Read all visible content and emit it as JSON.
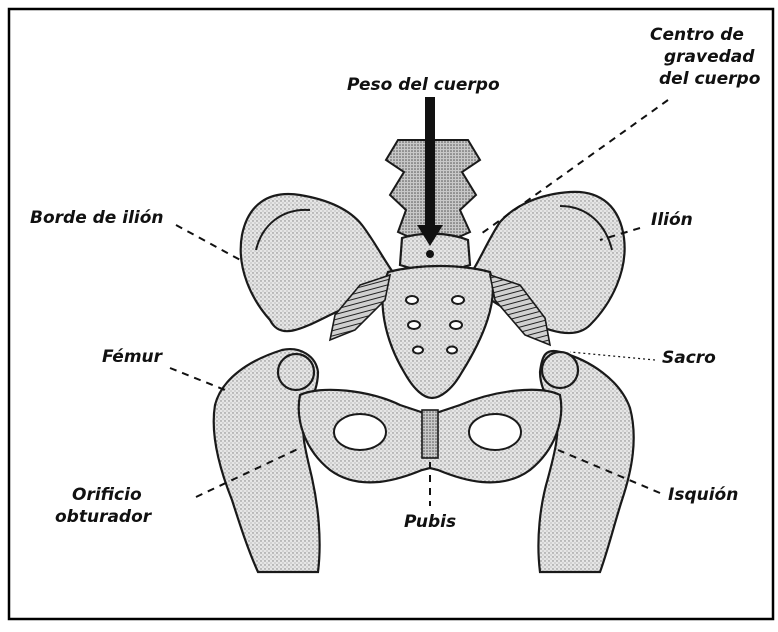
{
  "labels": {
    "peso": "Peso del cuerpo",
    "centro": [
      "Centro de",
      "gravedad",
      "del cuerpo"
    ],
    "borde_ilion": "Borde de ilión",
    "ilion": "Ilión",
    "femur": "Fémur",
    "sacro": "Sacro",
    "orificio": [
      "Orificio",
      "obturador"
    ],
    "pubis": "Pubis",
    "isquion": "Isquión"
  },
  "colors": {
    "ink": "#111111",
    "bone_light": "#e4e4e4",
    "bone_dot": "#8a8a8a",
    "frame": "#000000",
    "background": "#ffffff"
  }
}
